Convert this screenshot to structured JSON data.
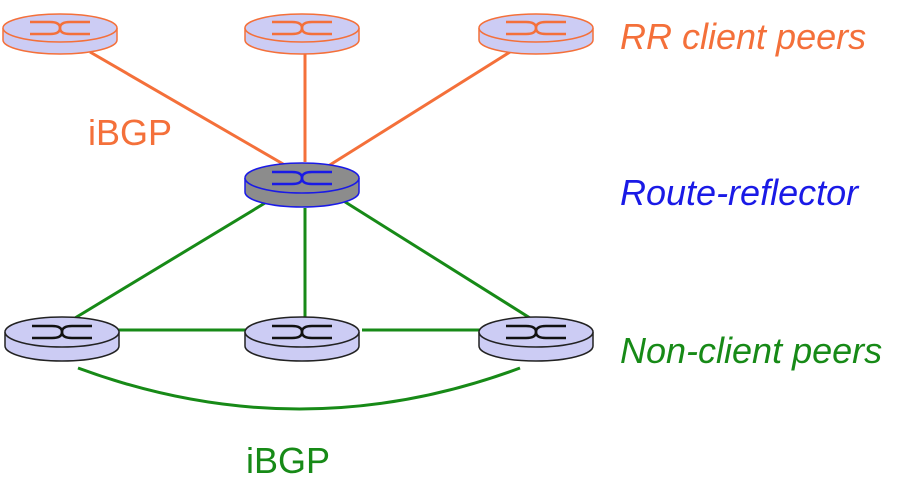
{
  "labels": {
    "rr_client_peers": "RR client peers",
    "route_reflector": "Route-reflector",
    "non_client_peers": "Non-client peers",
    "ibgp_top": "iBGP",
    "ibgp_bottom": "iBGP"
  },
  "colors": {
    "client": "#f4703a",
    "reflector": "#1a1ae6",
    "nonclient": "#178a17",
    "router_fill_light": "#ccccf4",
    "router_fill_dark": "#8c8c8c",
    "nonclient_router_stroke": "#222222"
  },
  "routers": [
    {
      "id": "client-router-1",
      "group": "client"
    },
    {
      "id": "client-router-2",
      "group": "client"
    },
    {
      "id": "client-router-3",
      "group": "client"
    },
    {
      "id": "route-reflector-router",
      "group": "reflector"
    },
    {
      "id": "nonclient-router-1",
      "group": "nonclient"
    },
    {
      "id": "nonclient-router-2",
      "group": "nonclient"
    },
    {
      "id": "nonclient-router-3",
      "group": "nonclient"
    }
  ]
}
